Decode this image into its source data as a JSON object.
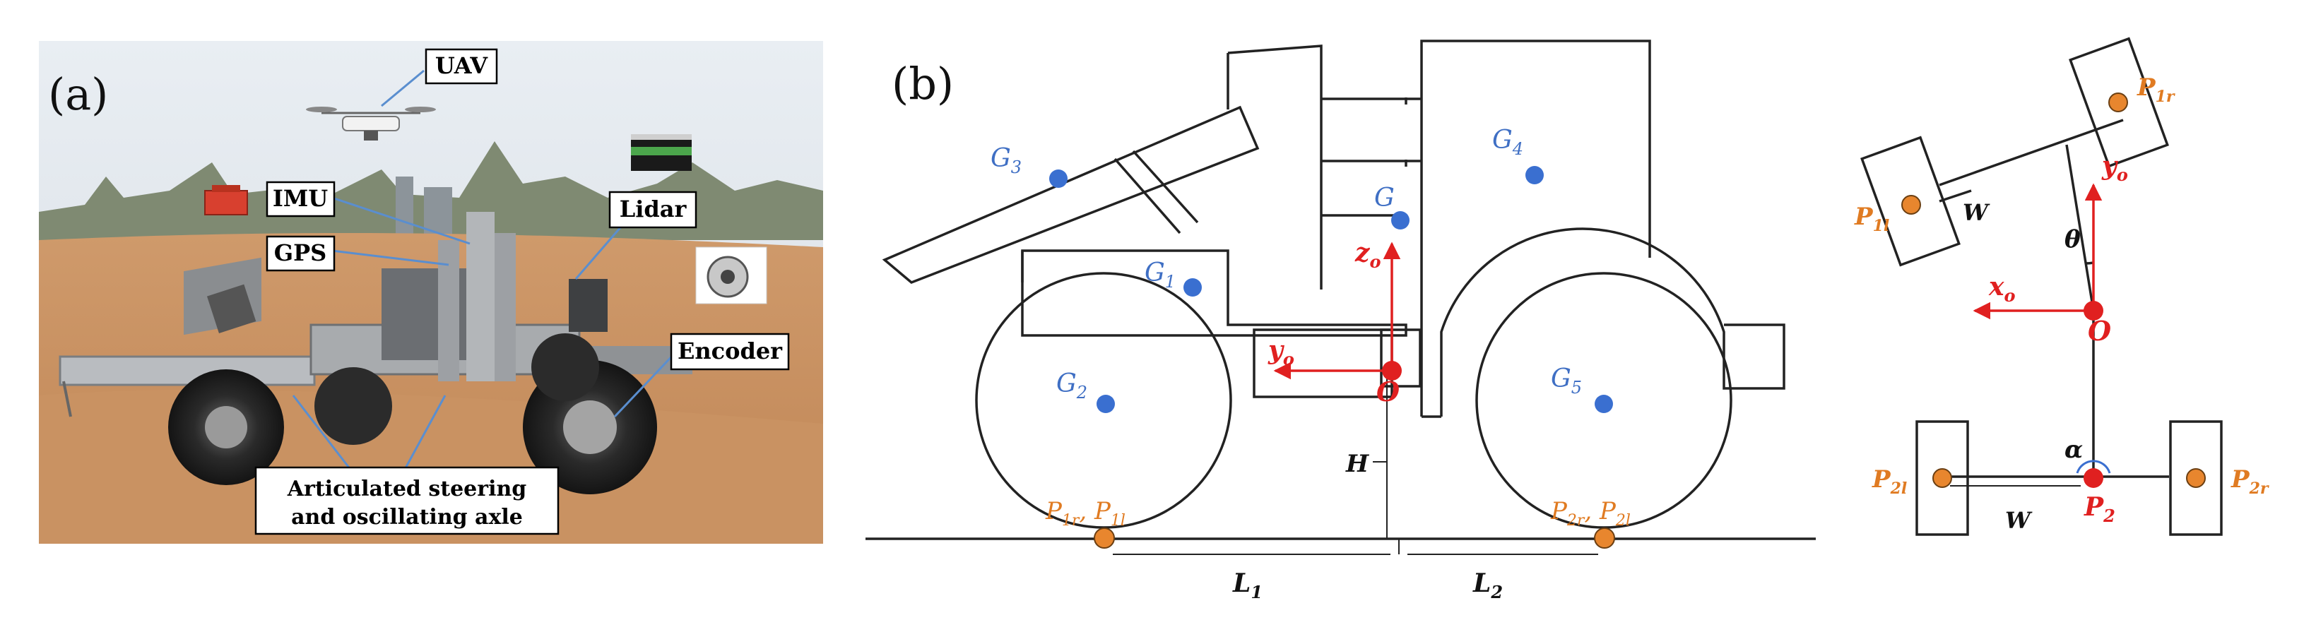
{
  "panel_a": {
    "tag": "(a)",
    "labels": {
      "uav": "UAV",
      "imu": "IMU",
      "gps": "GPS",
      "lidar": "Lidar",
      "encoder": "Encoder",
      "axle_line1": "Articulated steering",
      "axle_line2": "and oscillating axle"
    }
  },
  "panel_b": {
    "tag": "(b)",
    "side": {
      "g1": {
        "base": "G",
        "sub": "1"
      },
      "g2": {
        "base": "G",
        "sub": "2"
      },
      "g3": {
        "base": "G",
        "sub": "3"
      },
      "g4": {
        "base": "G",
        "sub": "4"
      },
      "g5": {
        "base": "G",
        "sub": "5"
      },
      "g": {
        "base": "G",
        "sub": ""
      },
      "zo": {
        "base": "z",
        "sub": "o"
      },
      "yo": {
        "base": "y",
        "sub": "o"
      },
      "o": "O",
      "h": "H",
      "l1": {
        "base": "L",
        "sub": "1"
      },
      "l2": {
        "base": "L",
        "sub": "2"
      },
      "contact_front": {
        "a": "P",
        "as": "1r",
        "sep": ", ",
        "b": "P",
        "bs": "1l"
      },
      "contact_rear": {
        "a": "P",
        "as": "2r",
        "sep": ", ",
        "b": "P",
        "bs": "2l"
      }
    },
    "top": {
      "p1r": {
        "base": "P",
        "sub": "1r"
      },
      "p1l": {
        "base": "P",
        "sub": "1l"
      },
      "p2l": {
        "base": "P",
        "sub": "2l"
      },
      "p2r": {
        "base": "P",
        "sub": "2r"
      },
      "p2": {
        "base": "P",
        "sub": "2"
      },
      "yo": {
        "base": "y",
        "sub": "o"
      },
      "xo": {
        "base": "x",
        "sub": "o"
      },
      "o": "O",
      "w_top": "W",
      "w_bottom": "W",
      "theta": "θ",
      "alpha": "α"
    }
  },
  "colors": {
    "cog_blue": "#3a6fd0",
    "axis_red": "#e02020",
    "contact_orange": "#e8862e",
    "label_blue": "#3f6fc4",
    "label_orange": "#e07b22"
  }
}
